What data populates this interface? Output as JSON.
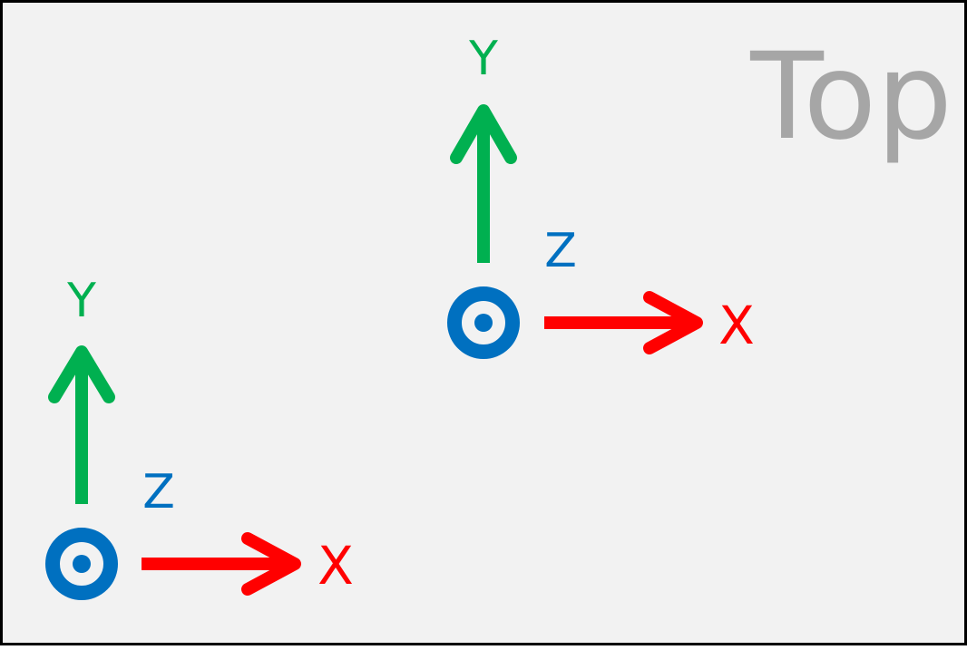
{
  "view_label": "Top",
  "frames": [
    {
      "x_label": "X",
      "y_label": "Y",
      "z_label": "Z"
    },
    {
      "x_label": "X",
      "y_label": "Y",
      "z_label": "Z"
    }
  ],
  "colors": {
    "background": "#f2f2f2",
    "border": "#000000",
    "x_axis": "#ff0000",
    "y_axis": "#00b050",
    "z_axis": "#0070c0",
    "view_label": "#a6a6a6"
  }
}
